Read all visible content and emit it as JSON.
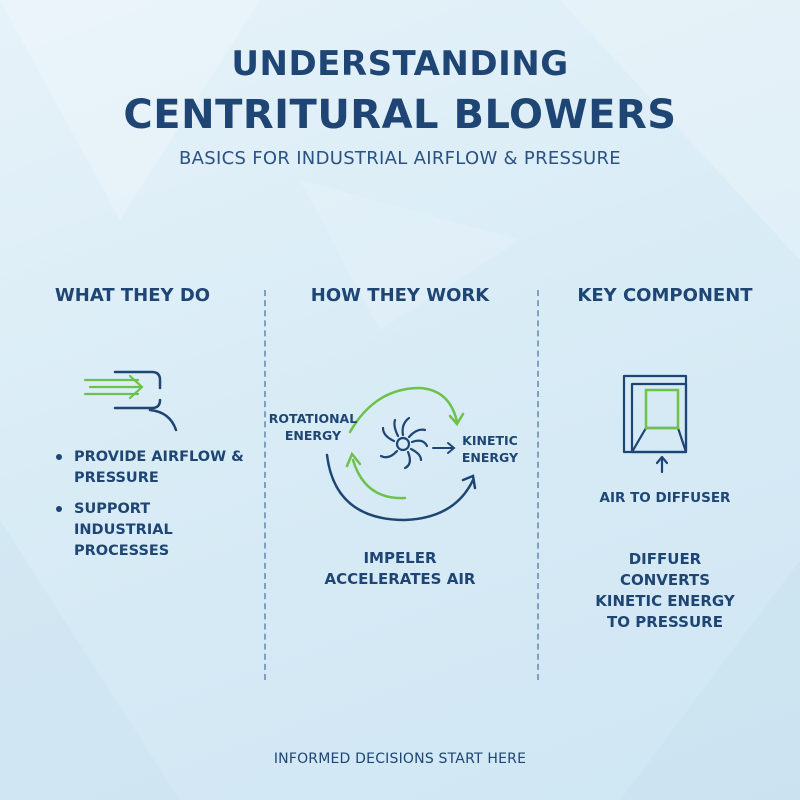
{
  "header": {
    "title_line1": "UNDERSTANDING",
    "title_line2": "CENTRITURAL BLOWERS",
    "subtitle": "BASICS FOR INDUSTRIAL AIRFLOW & PRESSURE"
  },
  "columns": {
    "what": {
      "heading": "WHAT THEY DO",
      "bullets": [
        "PROVIDE AIRFLOW & PRESSURE",
        "SUPPORT INDUSTRIAL PROCESSES"
      ]
    },
    "how": {
      "heading": "HOW THEY WORK",
      "label_left": "ROTATIONAL ENERGY",
      "label_right": "KINETIC ENERGY",
      "caption": "IMPELER ACCELERATES AIR"
    },
    "key": {
      "heading": "KEY COMPONENT",
      "arrow_label": "AIR TO DIFFUSER",
      "caption": "DIFFUER CONVERTS KINETIC ENERGY TO PRESSURE"
    }
  },
  "footer": "INFORMED DECISIONS START HERE",
  "icons": [
    "airflow-icon",
    "impeller-icon",
    "diffuser-icon"
  ],
  "colors": {
    "navy": "#1e4573",
    "green": "#6cc24a",
    "background": "#dcedf7"
  }
}
